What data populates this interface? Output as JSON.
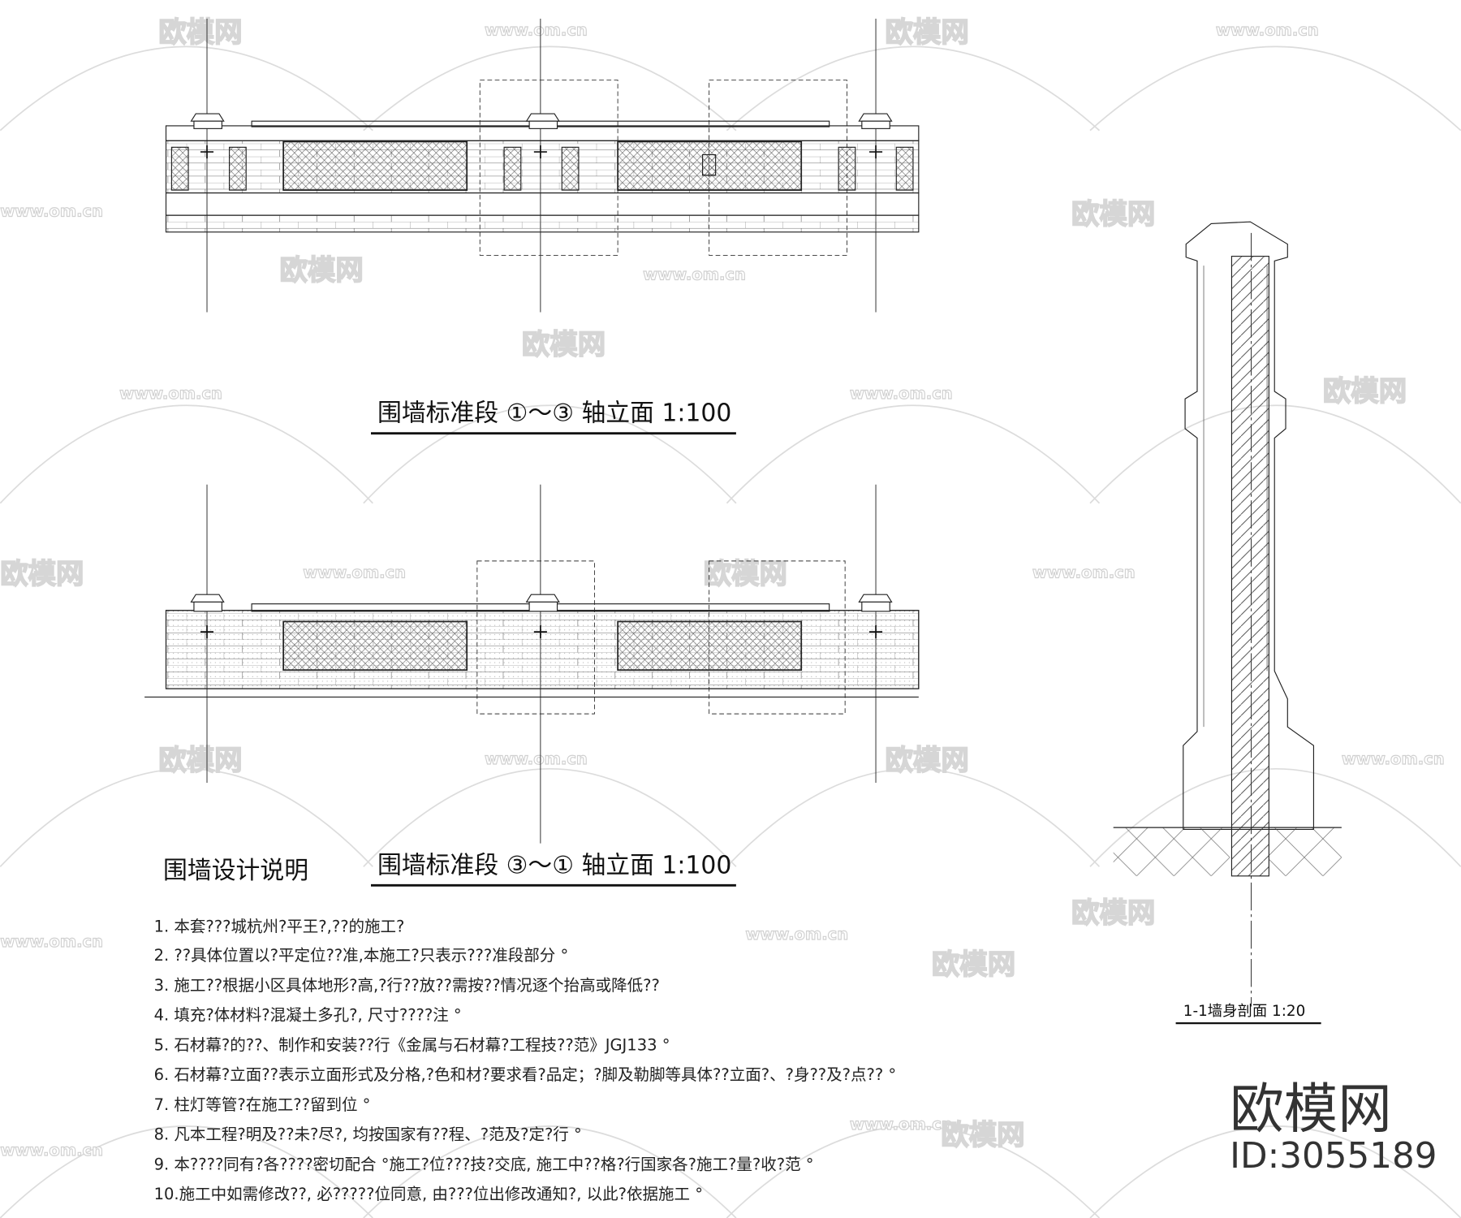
{
  "drawing": {
    "elevation_1_title": "围墙标准段 ①～③ 轴立面 1:100",
    "elevation_2_title": "围墙标准段 ③～① 轴立面 1:100",
    "section_title": "1-1墙身剖面   1:20",
    "notes_title": "围墙设计说明",
    "notes": [
      "1. 本套???城杭州?平王?,??的施工?",
      "2. ??具体位置以?平定位??准,本施工?只表示???准段部分 °",
      "3. 施工??根据小区具体地形?高,?行??放??需按??情况逐个抬高或降低??",
      "4. 填充?体材料?混凝土多孔?, 尺寸????注 °",
      "5. 石材幕?的??、制作和安装??行《金属与石材幕?工程技??范》JGJ133 °",
      "6. 石材幕?立面??表示立面形式及分格,?色和材?要求看?品定；?脚及勒脚等具体??立面?、?身??及?点?? °",
      "7. 柱灯等管?在施工??留到位 °",
      "8.  凡本工程?明及??未?尽?, 均按国家有??程、?范及?定?行 °",
      "9. 本????同有?各????密切配合 °施工?位???技?交底, 施工中??格?行国家各?施工?量?收?范 °",
      "10.施工中如需修改??, 必?????位同意, 由???位出修改通知?, 以此?依据施工 °"
    ]
  },
  "watermark": {
    "brand": "欧模网",
    "url": "www.om.cn",
    "id": "ID:3055189"
  },
  "colors": {
    "line": "#222222",
    "watermark": "#d6d6d6"
  }
}
